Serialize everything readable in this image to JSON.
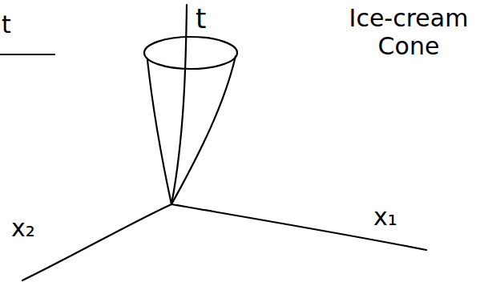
{
  "diagram": {
    "labels": [
      "t",
      "t",
      "Ice-cream Cone",
      "x₂",
      "x₁"
    ]
  }
}
